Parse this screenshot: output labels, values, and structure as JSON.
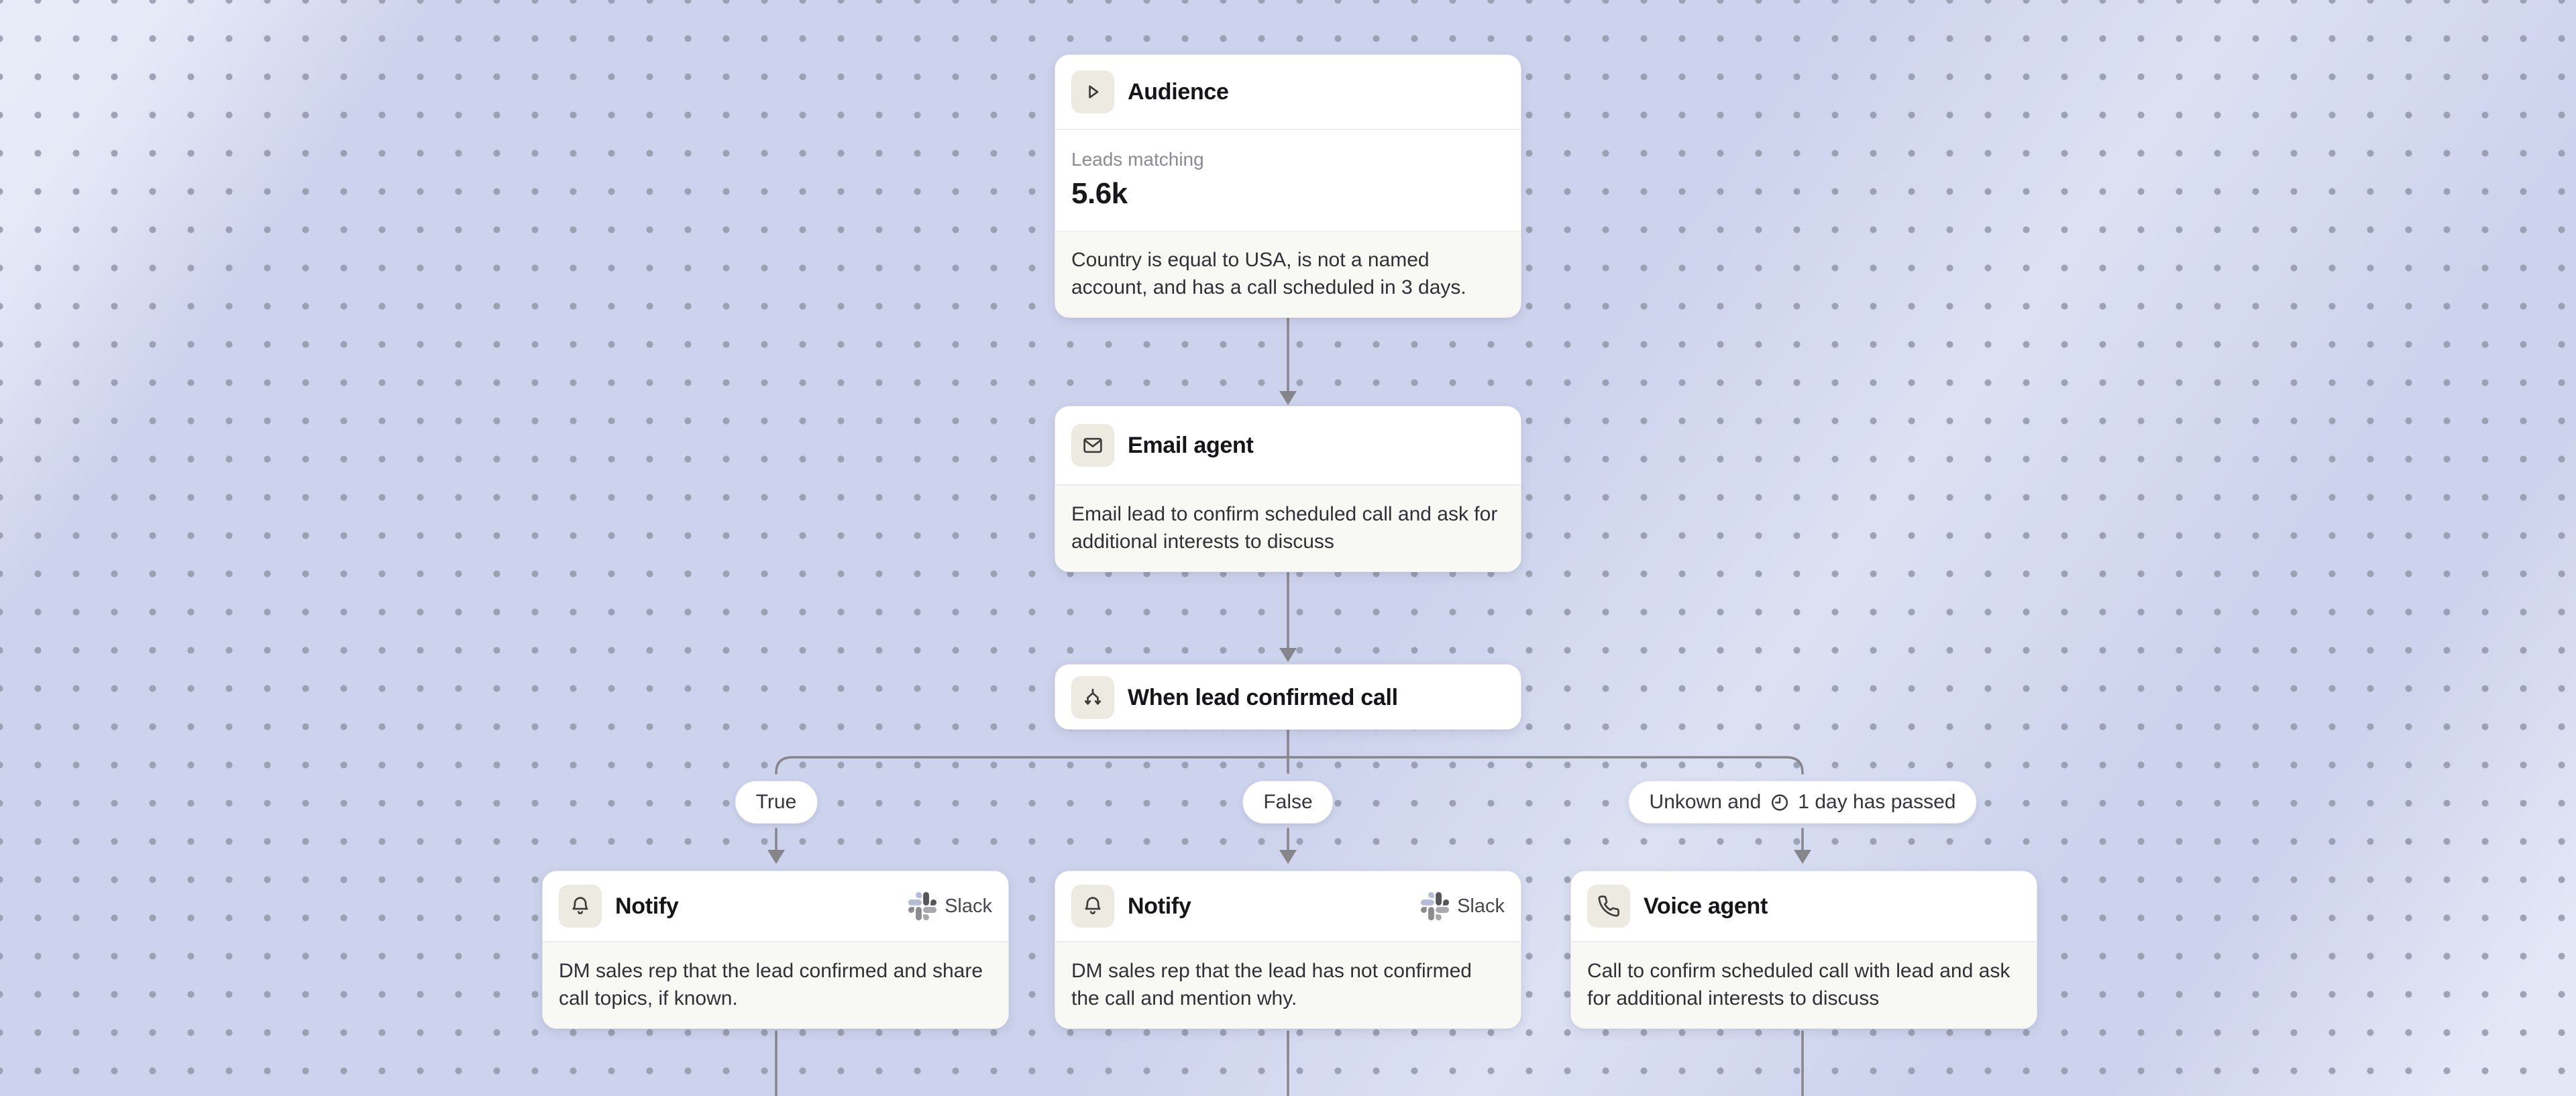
{
  "colors": {
    "canvas_bg": "#cdd3ec",
    "dot_color": "#9297aa",
    "card_bg": "#ffffff",
    "card_section_bg": "#f8f8f5",
    "icon_tile_bg": "#eceae1",
    "connector": "#85858b"
  },
  "workflow": {
    "audience": {
      "icon": "play-icon",
      "title": "Audience",
      "stat_label": "Leads matching",
      "stat_value": "5.6k",
      "description": "Country is equal to USA, is not a named account, and has a call scheduled in 3 days."
    },
    "email_agent": {
      "icon": "mail-icon",
      "title": "Email agent",
      "description": "Email lead to confirm scheduled call and ask for additional interests to discuss"
    },
    "condition": {
      "icon": "branch-split-icon",
      "title": "When lead confirmed call"
    },
    "branches": [
      {
        "label": "True"
      },
      {
        "label": "False"
      },
      {
        "label_prefix": "Unkown and",
        "icon": "clock-icon",
        "label_suffix": "1 day has passed"
      }
    ],
    "notify_true": {
      "icon": "bell-icon",
      "title": "Notify",
      "integration_icon": "slack-icon",
      "integration": "Slack",
      "description": "DM sales rep that the lead confirmed and share call topics, if known."
    },
    "notify_false": {
      "icon": "bell-icon",
      "title": "Notify",
      "integration_icon": "slack-icon",
      "integration": "Slack",
      "description": "DM sales rep that the lead has not confirmed the call and mention why."
    },
    "voice_agent": {
      "icon": "phone-icon",
      "title": "Voice agent",
      "description": "Call to confirm scheduled call with lead and ask for additional interests to discuss"
    }
  }
}
